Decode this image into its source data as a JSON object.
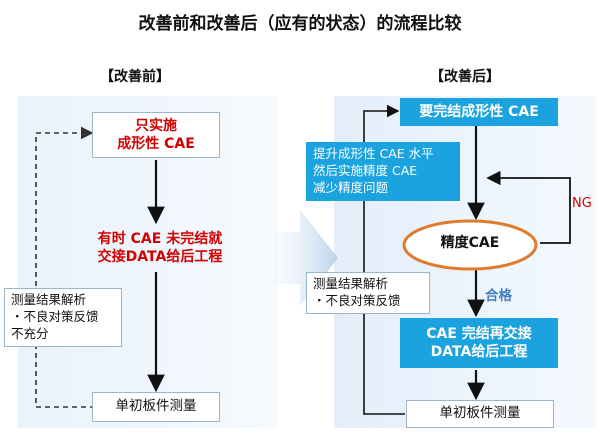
{
  "title": "改善前和改善后（应有的状态）的流程比较",
  "before": {
    "heading": "【改善前】",
    "step1": "只实施\n成形性 CAE",
    "step2": "有时 CAE 未完结就\n交接DATA给后工程",
    "feedback": "测量结果解析\n・不良对策反馈\n不充分",
    "step3": "单初板件测量"
  },
  "after": {
    "heading": "【改善后】",
    "step1": "要完结成形性 CAE",
    "note": "提升成形性 CAE 水平\n然后实施精度 CAE\n减少精度问题",
    "decision": "精度CAE",
    "ng": "NG",
    "pass": "合格",
    "feedback": "测量结果解析\n・不良对策反馈",
    "step2": "CAE 完结再交接\nDATA给后工程",
    "step3": "单初板件测量"
  }
}
